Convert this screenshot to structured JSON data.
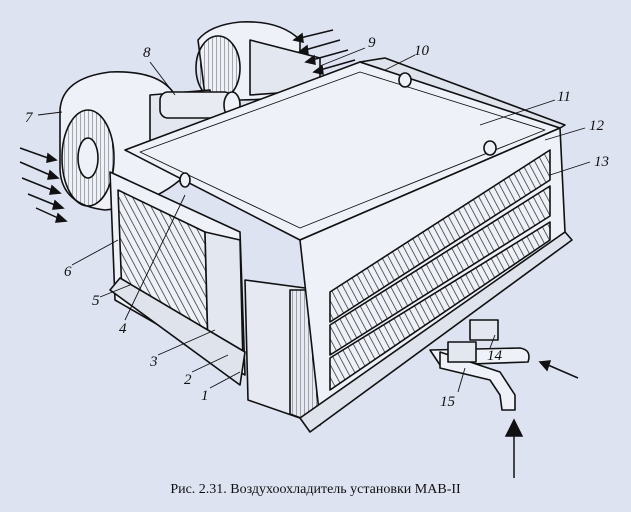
{
  "figure": {
    "caption": "Рис. 2.31. Воздухоохладитель установки МАВ-II",
    "callouts": [
      "1",
      "2",
      "3",
      "4",
      "5",
      "6",
      "7",
      "8",
      "9",
      "10",
      "11",
      "12",
      "13",
      "14",
      "15"
    ],
    "colors": {
      "background": "#dde3f0",
      "ink": "#111111",
      "paper": "#eef1f7"
    }
  }
}
